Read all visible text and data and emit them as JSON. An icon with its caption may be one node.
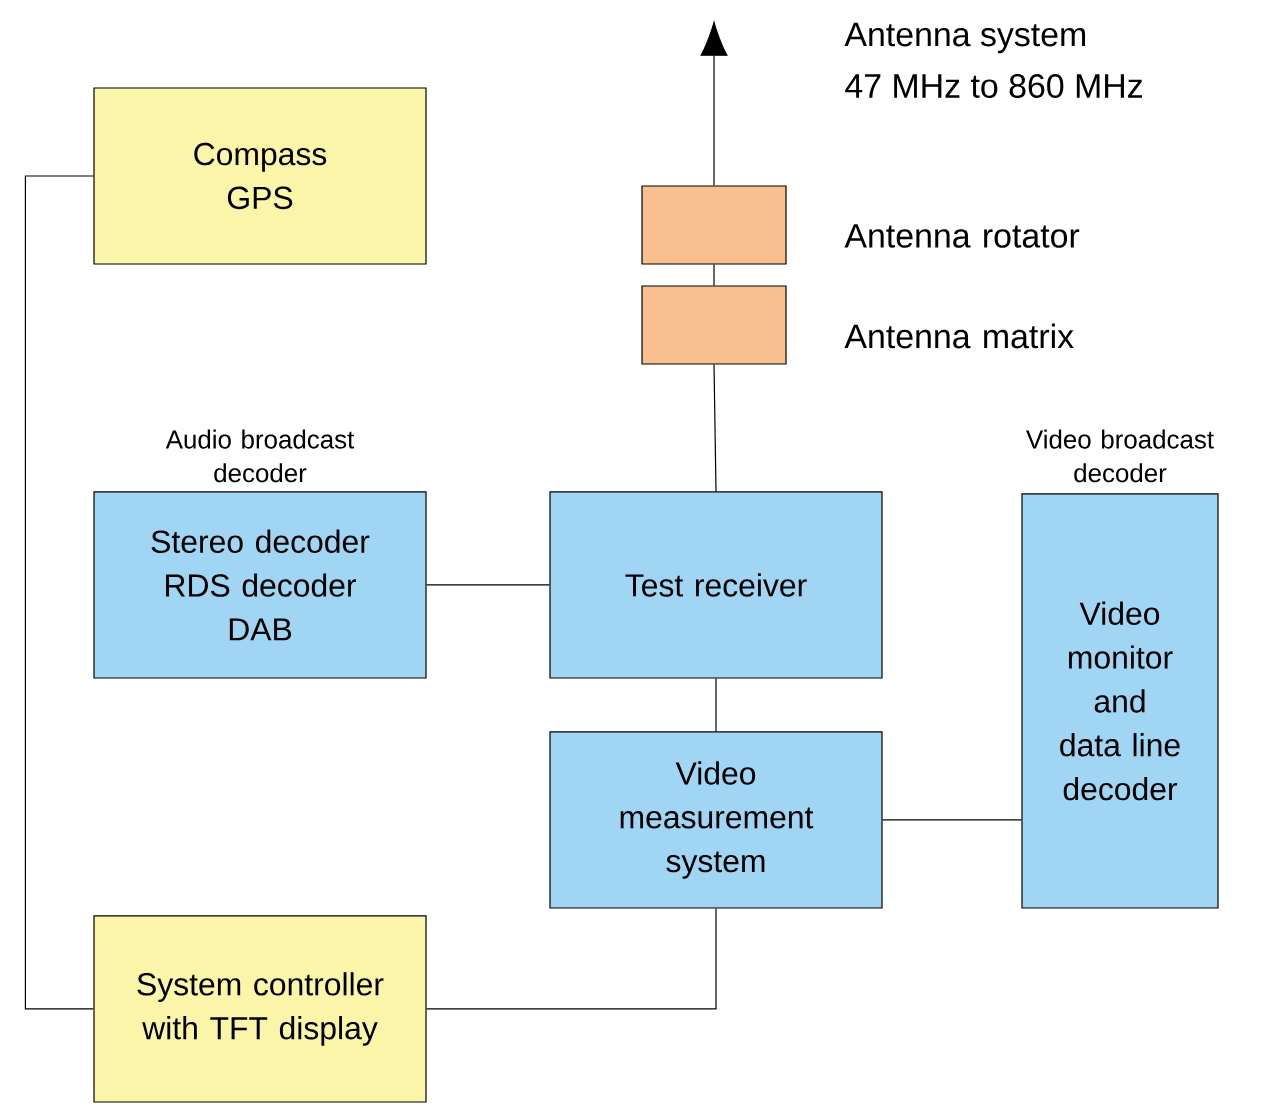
{
  "diagram": {
    "nodes": [
      {
        "text": [
          "Compass GPS"
        ]
      },
      {
        "text": [],
        "shape": "box",
        "beside": [
          "Antenna rotator"
        ]
      },
      {
        "text": [],
        "shape": "box",
        "beside": [
          "Antenna matrix"
        ]
      },
      {
        "text": [
          "Stereo decoder",
          "RDS decoder",
          "DAB"
        ],
        "beside": [
          "Audio broadcast decoder"
        ]
      },
      {
        "text": [
          "Test receiver"
        ]
      },
      {
        "text": [
          "Video monitor and data line decoder"
        ],
        "beside": [
          "Video broadcast decoder"
        ]
      },
      {
        "text": [
          "Video measurement system"
        ]
      },
      {
        "text": [
          "System controller with TFT display"
        ]
      }
    ],
    "edges": [
      {
        "from": 1,
        "to": null,
        "arrow": "to"
      },
      {
        "from": 1,
        "to": 2,
        "arrow": "none"
      },
      {
        "from": 2,
        "to": 4,
        "arrow": "none"
      },
      {
        "from": 3,
        "to": 4,
        "arrow": "none"
      },
      {
        "from": 4,
        "to": 6,
        "arrow": "none"
      },
      {
        "from": 6,
        "to": 5,
        "arrow": "none"
      },
      {
        "from": 6,
        "to": 7,
        "arrow": "none"
      },
      {
        "from": 0,
        "to": 7,
        "arrow": "none"
      }
    ],
    "labels": [
      "Antenna system",
      "47 MHz to 860 MHz"
    ]
  }
}
